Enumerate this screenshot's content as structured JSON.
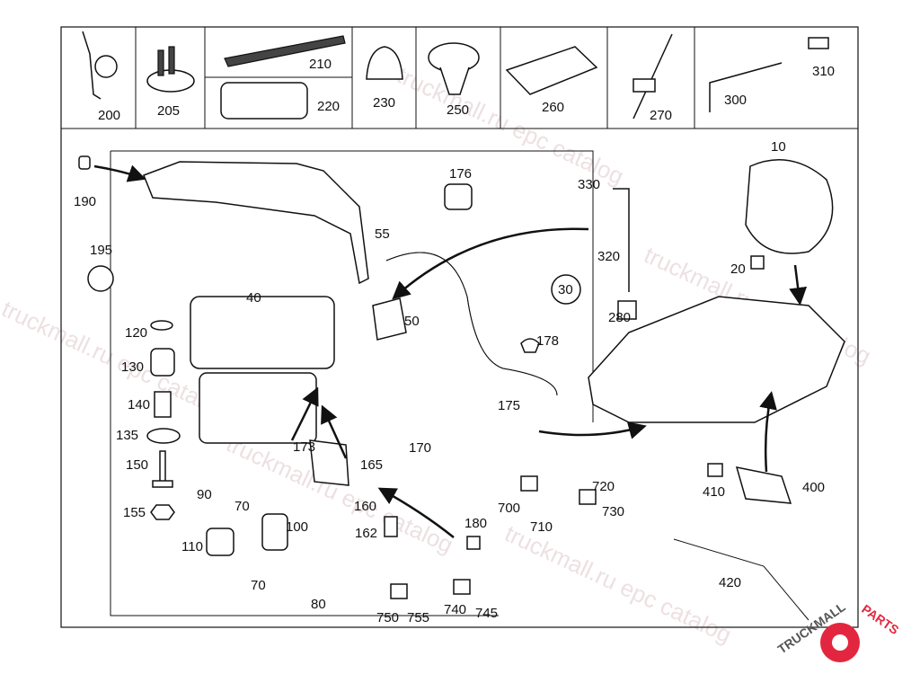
{
  "diagram": {
    "top_row_labels": [
      "200",
      "205",
      "210",
      "220",
      "230",
      "250",
      "260",
      "270",
      "300",
      "310"
    ],
    "main_labels": [
      "10",
      "190",
      "176",
      "330",
      "55",
      "195",
      "320",
      "20",
      "30",
      "40",
      "50",
      "280",
      "120",
      "178",
      "130",
      "140",
      "175",
      "135",
      "170",
      "173",
      "165",
      "150",
      "720",
      "410",
      "400",
      "90",
      "70",
      "160",
      "700",
      "730",
      "155",
      "710",
      "180",
      "100",
      "162",
      "110",
      "420",
      "70",
      "80",
      "750",
      "755",
      "740",
      "745"
    ]
  },
  "watermark": {
    "text": "truckmall.ru epc catalog"
  },
  "logo": {
    "text_dark": "TRUCKMALL",
    "text_accent": "PARTS",
    "accent_color": "#e3263f"
  }
}
